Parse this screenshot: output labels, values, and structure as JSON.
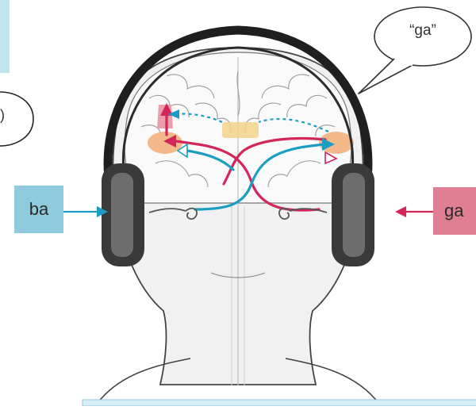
{
  "audio_inputs": {
    "left_ear_syllable": "ba",
    "right_ear_syllable": "ga"
  },
  "perceived_speech": "“ga”",
  "colors": {
    "left_input": "#8ecbdc",
    "right_input": "#e07f93",
    "left_pathway": "#1c9ec3",
    "right_pathway": "#d4265a",
    "auditory_area": "#f4b98a",
    "callosal_region": "#f1d48a",
    "headphones": "#3a3a3a"
  },
  "icons": {
    "left_input_arrow": "arrow-right-icon",
    "right_input_arrow": "arrow-left-icon",
    "speech_bubble": "speech-bubble-icon"
  }
}
